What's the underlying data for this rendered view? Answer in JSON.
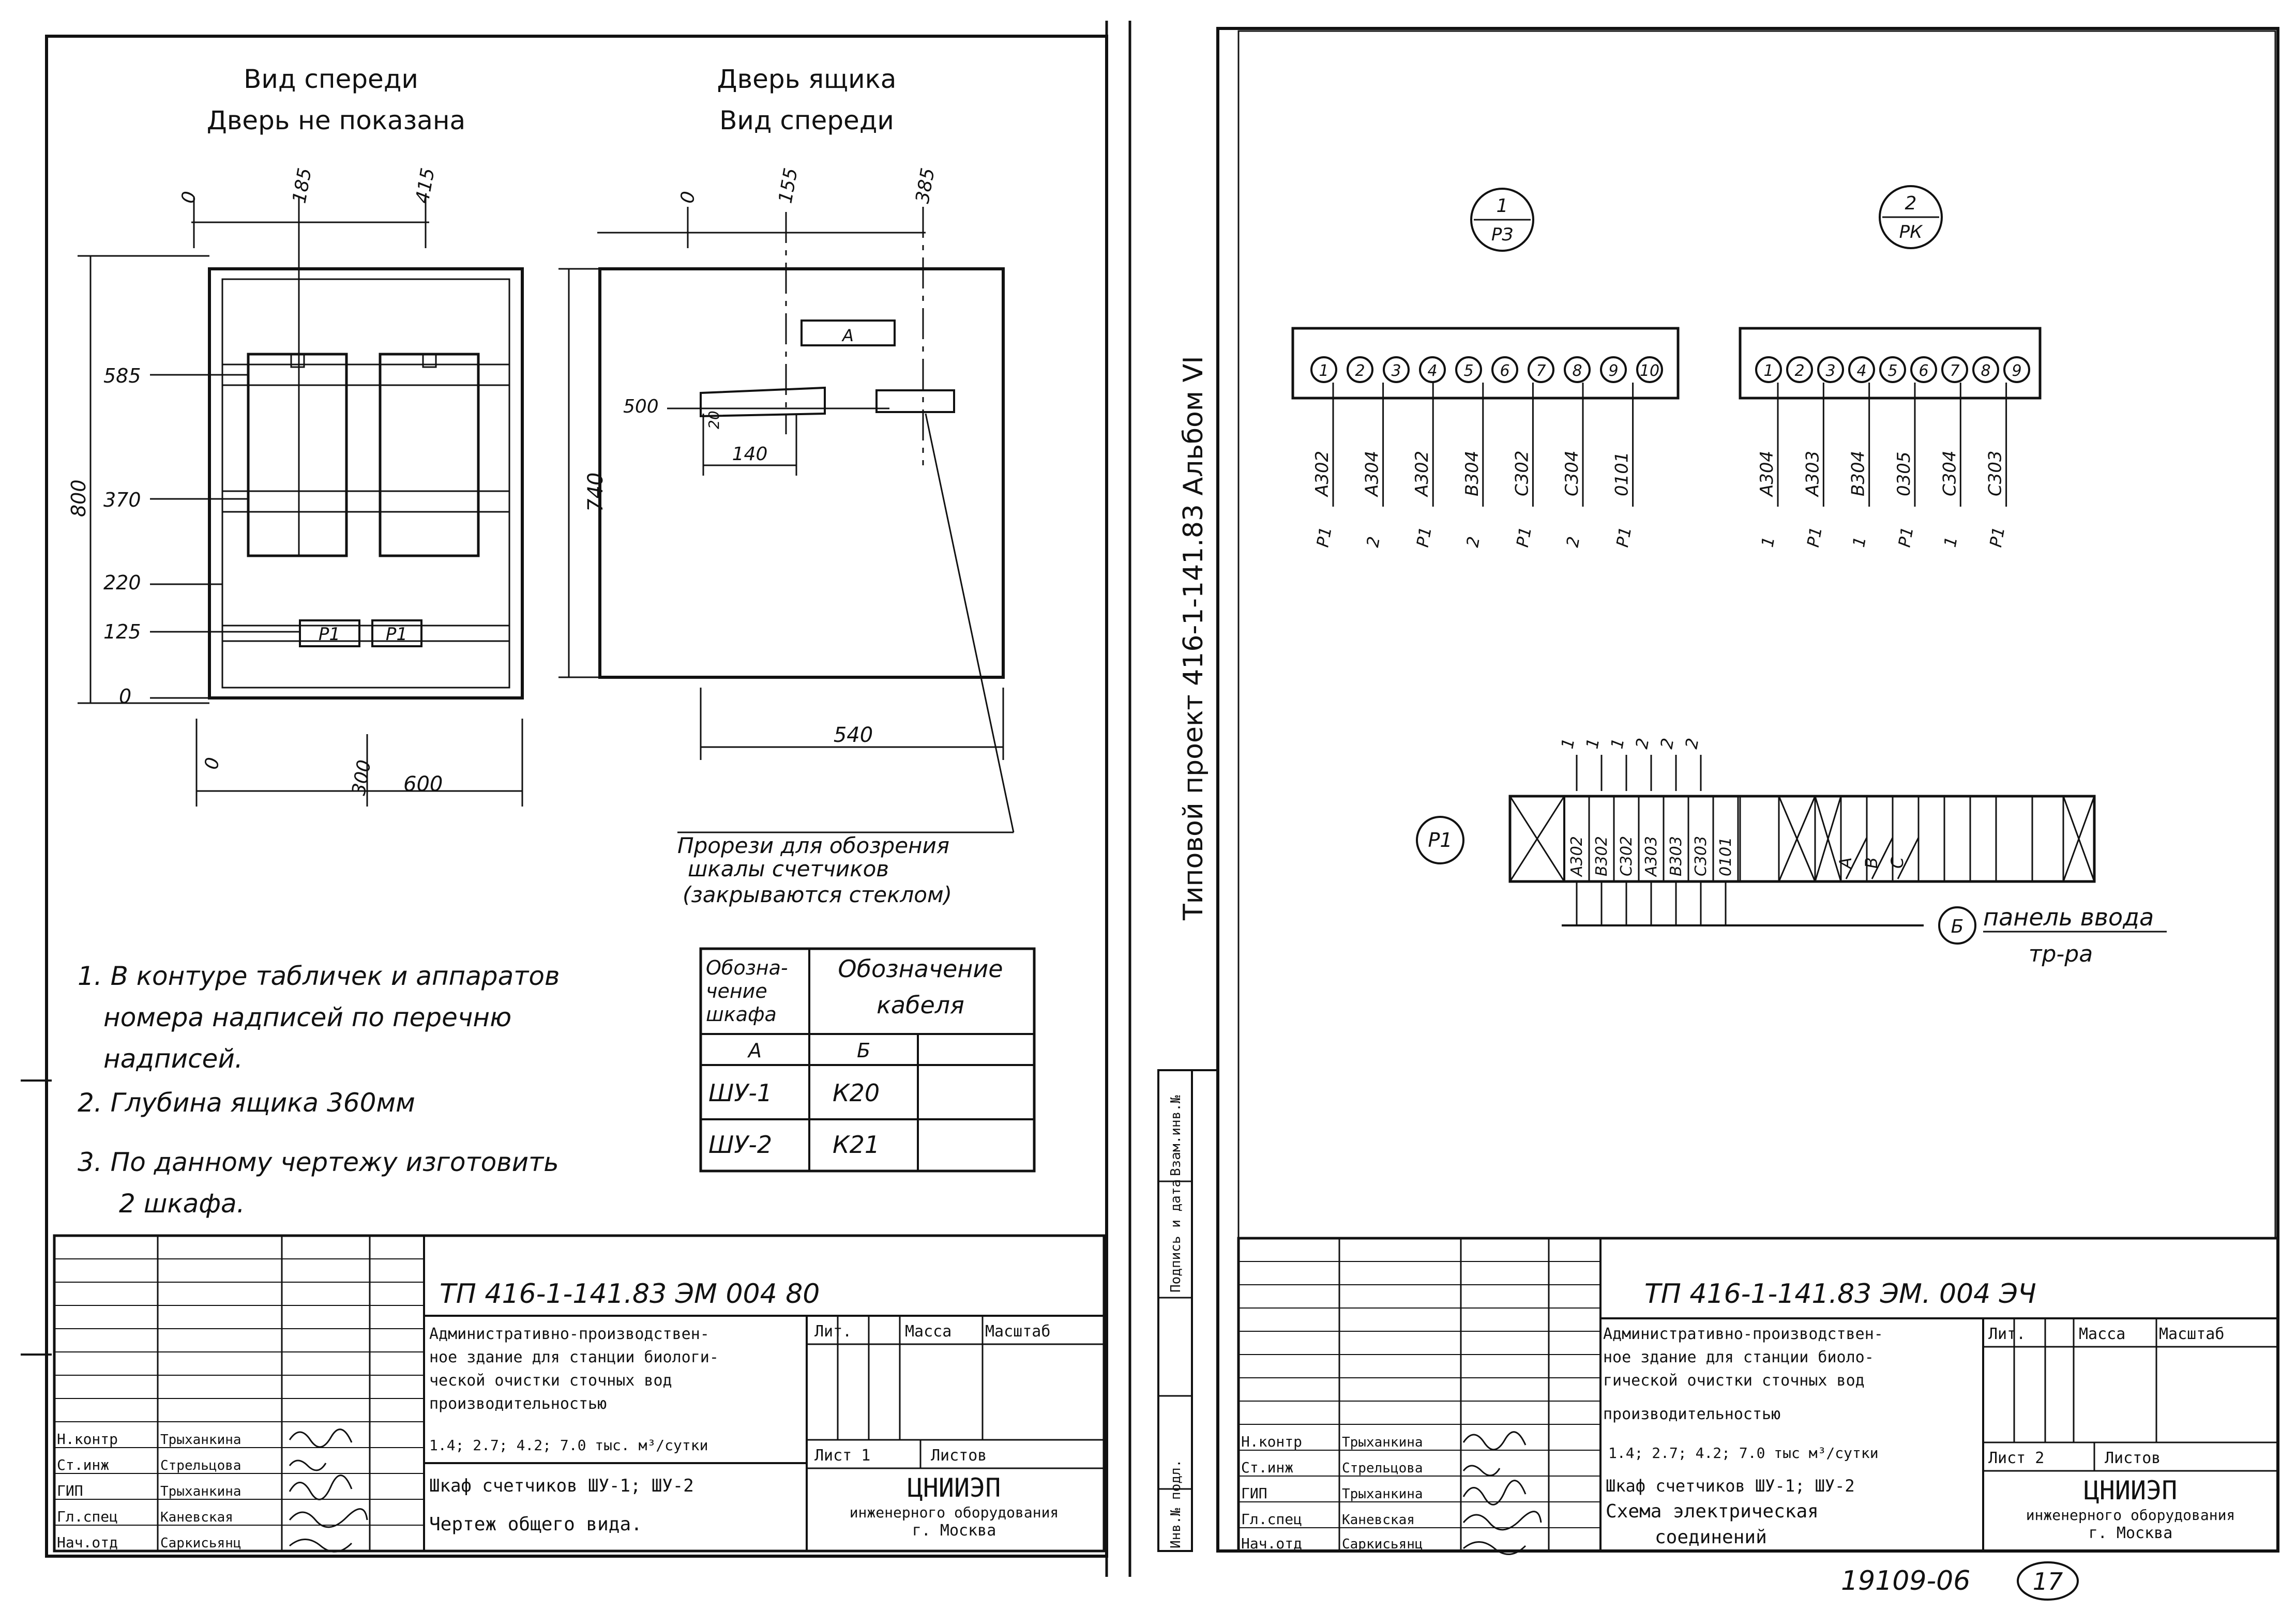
{
  "left": {
    "front_view": {
      "line1": "Вид спереди",
      "line2": "Дверь не показана"
    },
    "door_view": {
      "line1": "Дверь ящика",
      "line2": "Вид спереди"
    },
    "dims_top_front": [
      "0",
      "185",
      "415"
    ],
    "dims_left_front": [
      "585",
      "370",
      "220",
      "125",
      "0"
    ],
    "dim_height_front": "800",
    "dims_bottom_front": [
      "0",
      "300",
      "600"
    ],
    "panel_labels": [
      "P1",
      "P1"
    ],
    "dims_top_door": [
      "0",
      "155",
      "385"
    ],
    "door_left_mark": "500",
    "door_small_dim": "20",
    "door_slot_width": "140",
    "door_height": "740",
    "door_width": "540",
    "door_plate": "A",
    "callout": [
      "Прорези для обозрения",
      "шкалы счетчиков",
      "(закрываются стеклом)"
    ],
    "notes": [
      "1. В контуре табличек и аппаратов",
      "номера надписей по перечню",
      "надписей.",
      "2. Глубина ящика 360мм",
      "3. По данному чертежу изготовить",
      "2 шкафа."
    ],
    "cable_table": {
      "h1": [
        "Обозна-",
        "чение",
        "шкафа"
      ],
      "h2": [
        "Обозначение",
        "кабеля"
      ],
      "cols": [
        "А",
        "Б"
      ],
      "rows": [
        [
          "ШУ-1",
          "К20"
        ],
        [
          "ШУ-2",
          "К21"
        ]
      ]
    },
    "title_block": {
      "code": "ТП 416-1-141.83   ЭМ 004 80",
      "desc": [
        "Административно-производствен-",
        "ное здание для станции биологи-",
        "ческой очистки сточных вод",
        "производительностью",
        "1.4; 2.7; 4.2; 7.0 тыс. м³/сутки"
      ],
      "headers": [
        "Лит.",
        "Масса",
        "Масштаб"
      ],
      "sheet": "Лист 1",
      "sheets": "Листов",
      "item": [
        "Шкаф счетчиков ШУ-1; ШУ-2",
        "Чертеж общего вида."
      ],
      "org": [
        "ЦНИИЭП",
        "инженерного оборудования",
        "г. Москва"
      ],
      "roles": [
        "Н.контр",
        "Ст.инж",
        "ГИП",
        "Гл.спец",
        "Нач.отд"
      ],
      "names": [
        "Трыханкина",
        "Стрельцова",
        "Трыханкина",
        "Каневская",
        "Саркисьянц"
      ]
    }
  },
  "right": {
    "side_title": "Типовой   проект 416-1-141.83     Альбом VI",
    "c1": {
      "top": "1",
      "bot": "РЗ"
    },
    "c2": {
      "top": "2",
      "bot": "РК"
    },
    "block1_terms": [
      "1",
      "2",
      "3",
      "4",
      "5",
      "6",
      "7",
      "8",
      "9",
      "10"
    ],
    "block1_wires": [
      [
        "Р1",
        "А302"
      ],
      [
        "2",
        "А304"
      ],
      [
        "Р1",
        "А302"
      ],
      [
        "2",
        "В304"
      ],
      [
        "Р1",
        "С302"
      ],
      [
        "2",
        "С304"
      ],
      [
        "Р1",
        "0101"
      ]
    ],
    "block2_terms": [
      "1",
      "2",
      "3",
      "4",
      "5",
      "6",
      "7",
      "8",
      "9"
    ],
    "block2_wires": [
      [
        "1",
        "А304"
      ],
      [
        "Р1",
        "А303"
      ],
      [
        "1",
        "В304"
      ],
      [
        "Р1",
        "0305"
      ],
      [
        "1",
        "С304"
      ],
      [
        "Р1",
        "С303"
      ]
    ],
    "strip_label": "Р1",
    "strip_cells": [
      "А302",
      "В302",
      "С302",
      "А303",
      "В303",
      "С303",
      "0101"
    ],
    "strip_marks": [
      "1",
      "1",
      "1",
      "2",
      "2",
      "2"
    ],
    "strip_right": [
      "А",
      "В",
      "С"
    ],
    "cable_mark": "Б",
    "cable_text": [
      "панель ввода",
      "тр-ра"
    ],
    "margin_labels": [
      "Инв.№ подл.",
      "Подпись и дата",
      "Взам.инв.№"
    ],
    "title_block": {
      "code": "ТП 416-1-141.83   ЭМ. 004 ЭЧ",
      "desc": [
        "Административно-производствен-",
        "ное здание для станции биоло-",
        "гической очистки сточных вод",
        "производительностью",
        "1.4; 2.7; 4.2; 7.0 тыс м³/сутки"
      ],
      "headers": [
        "Лит.",
        "Масса",
        "Масштаб"
      ],
      "sheet": "Лист 2",
      "sheets": "Листов",
      "item": [
        "Шкаф счетчиков ШУ-1; ШУ-2",
        "Схема электрическая",
        "соединений"
      ],
      "org": [
        "ЦНИИЭП",
        "инженерного оборудования",
        "г. Москва"
      ],
      "roles": [
        "Н.контр",
        "Ст.инж",
        "ГИП",
        "Гл.спец",
        "Нач.отд"
      ],
      "names": [
        "Трыханкина",
        "Стрельцова",
        "Трыханкина",
        "Каневская",
        "Саркисьянц"
      ]
    },
    "stamp": "19109-06",
    "stamp_page": "17"
  }
}
